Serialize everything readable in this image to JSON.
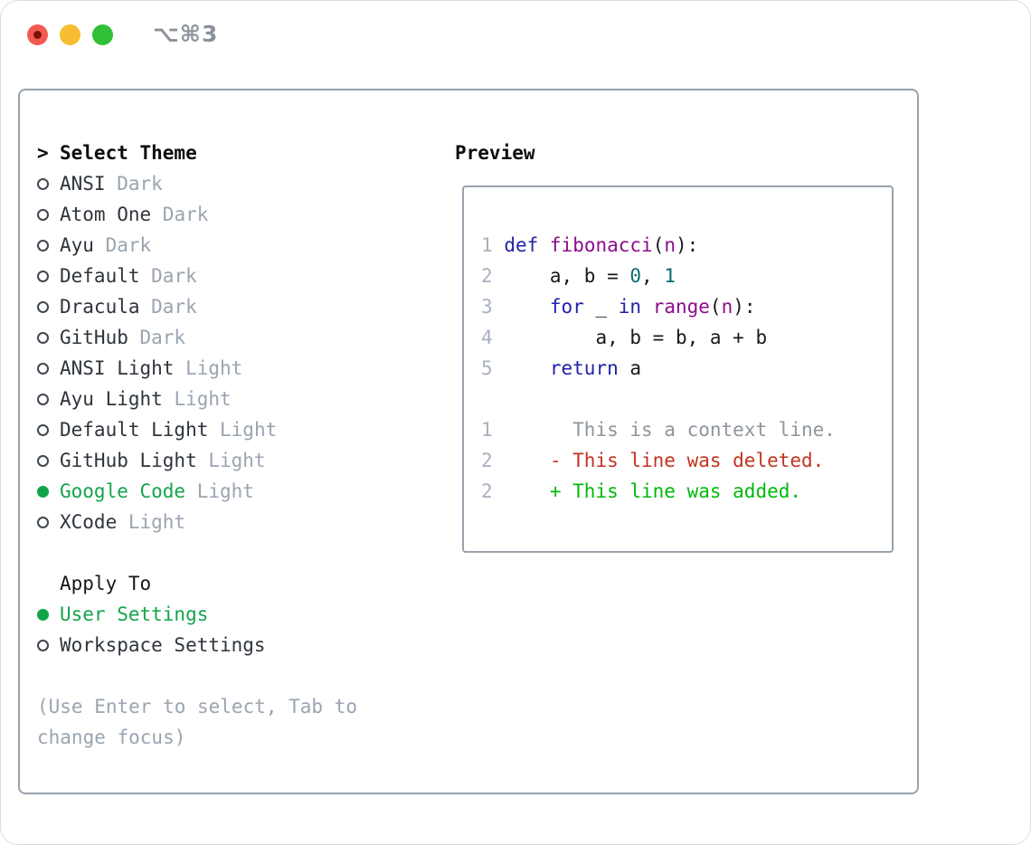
{
  "window": {
    "title": "⌥⌘3",
    "buttons": [
      "close",
      "minimize",
      "zoom"
    ]
  },
  "theme_picker": {
    "prompt": ">",
    "heading": "Select Theme",
    "items": [
      {
        "name": "ANSI",
        "variant": "Dark",
        "selected": false
      },
      {
        "name": "Atom One",
        "variant": "Dark",
        "selected": false
      },
      {
        "name": "Ayu",
        "variant": "Dark",
        "selected": false
      },
      {
        "name": "Default",
        "variant": "Dark",
        "selected": false
      },
      {
        "name": "Dracula",
        "variant": "Dark",
        "selected": false
      },
      {
        "name": "GitHub",
        "variant": "Dark",
        "selected": false
      },
      {
        "name": "ANSI Light",
        "variant": "Light",
        "selected": false
      },
      {
        "name": "Ayu Light",
        "variant": "Light",
        "selected": false
      },
      {
        "name": "Default Light",
        "variant": "Light",
        "selected": false
      },
      {
        "name": "GitHub Light",
        "variant": "Light",
        "selected": false
      },
      {
        "name": "Google Code",
        "variant": "Light",
        "selected": true
      },
      {
        "name": "XCode",
        "variant": "Light",
        "selected": false
      }
    ],
    "apply_to": {
      "heading": "Apply To",
      "options": [
        {
          "label": "User Settings",
          "selected": true
        },
        {
          "label": "Workspace Settings",
          "selected": false
        }
      ]
    },
    "help_lines": [
      "(Use Enter to select, Tab to",
      "change focus)"
    ]
  },
  "preview": {
    "heading": "Preview",
    "lines": [
      [
        {
          "c": "ln",
          "t": "1"
        },
        {
          "c": "pl",
          "t": " "
        },
        {
          "c": "kw",
          "t": "def"
        },
        {
          "c": "pl",
          "t": " "
        },
        {
          "c": "fn",
          "t": "fibonacci"
        },
        {
          "c": "pl",
          "t": "("
        },
        {
          "c": "fn",
          "t": "n"
        },
        {
          "c": "pl",
          "t": "):"
        }
      ],
      [
        {
          "c": "ln",
          "t": "2"
        },
        {
          "c": "pl",
          "t": "     a, b = "
        },
        {
          "c": "num",
          "t": "0"
        },
        {
          "c": "pl",
          "t": ", "
        },
        {
          "c": "num",
          "t": "1"
        }
      ],
      [
        {
          "c": "ln",
          "t": "3"
        },
        {
          "c": "pl",
          "t": "     "
        },
        {
          "c": "kw",
          "t": "for"
        },
        {
          "c": "pl",
          "t": " _ "
        },
        {
          "c": "kw",
          "t": "in"
        },
        {
          "c": "pl",
          "t": " "
        },
        {
          "c": "fn",
          "t": "range"
        },
        {
          "c": "pl",
          "t": "("
        },
        {
          "c": "fn",
          "t": "n"
        },
        {
          "c": "pl",
          "t": "):"
        }
      ],
      [
        {
          "c": "ln",
          "t": "4"
        },
        {
          "c": "pl",
          "t": "         a, b = b, a + b"
        }
      ],
      [
        {
          "c": "ln",
          "t": "5"
        },
        {
          "c": "pl",
          "t": "     "
        },
        {
          "c": "kw",
          "t": "return"
        },
        {
          "c": "pl",
          "t": " a"
        }
      ],
      [],
      [
        {
          "c": "ln",
          "t": "1"
        },
        {
          "c": "ctx",
          "t": "       This is a context line."
        }
      ],
      [
        {
          "c": "ln",
          "t": "2"
        },
        {
          "c": "del",
          "t": "     - This line was deleted."
        }
      ],
      [
        {
          "c": "ln",
          "t": "2"
        },
        {
          "c": "add",
          "t": "     + This line was added."
        }
      ]
    ]
  },
  "colors": {
    "selection_green": "#13a44b",
    "muted_gray": "#9aa4b1",
    "item_text": "#2e343c",
    "keyword_blue": "#2222a8",
    "function_purple": "#8c0d8c",
    "literal_teal": "#0a6a6a",
    "diff_deleted_red": "#c23320",
    "diff_added_green": "#00b90b",
    "line_number_gray": "#a7b1bf",
    "panel_border": "#99a2ac",
    "traffic_red": "#f25a50",
    "traffic_yellow": "#f6bd30",
    "traffic_green": "#31c138"
  }
}
